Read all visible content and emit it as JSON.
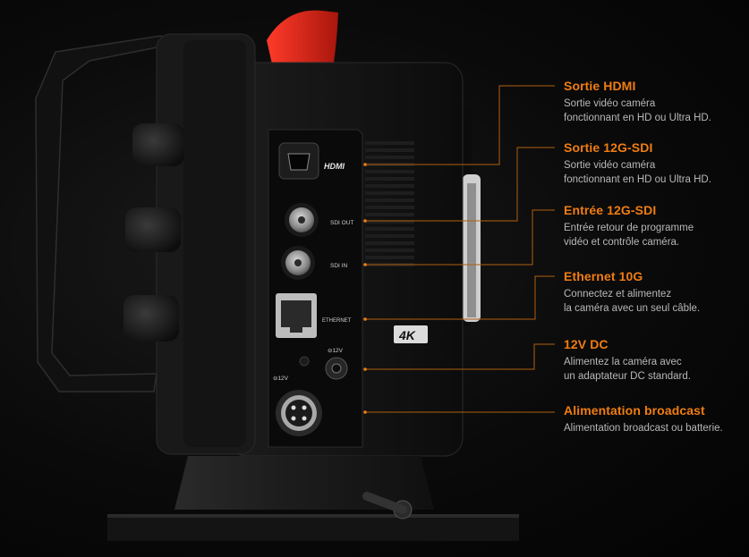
{
  "colors": {
    "accent": "#f07d12",
    "background": "#050505",
    "red_handle": "#e0261a"
  },
  "device": {
    "hdmi_logo": "HDMI",
    "sdi_out_label": "SDI OUT",
    "sdi_in_label": "SDI IN",
    "ethernet_label": "ETHERNET",
    "dc_label": "⊖12V",
    "xlr_label": "⊖12V",
    "badge": "4K"
  },
  "callouts": [
    {
      "title": "Sortie HDMI",
      "line1": "Sortie vidéo caméra",
      "line2": "fonctionnant en HD ou Ultra HD."
    },
    {
      "title": "Sortie 12G-SDI",
      "line1": "Sortie vidéo caméra",
      "line2": "fonctionnant en HD ou Ultra HD."
    },
    {
      "title": "Entrée 12G-SDI",
      "line1": "Entrée retour de programme",
      "line2": "vidéo et contrôle caméra."
    },
    {
      "title": "Ethernet 10G",
      "line1": "Connectez et alimentez",
      "line2": "la caméra avec un seul câble."
    },
    {
      "title": "12V DC",
      "line1": "Alimentez la caméra avec",
      "line2": "un adaptateur DC standard."
    },
    {
      "title": "Alimentation broadcast",
      "line1": "Alimentation broadcast ou batterie.",
      "line2": ""
    }
  ]
}
